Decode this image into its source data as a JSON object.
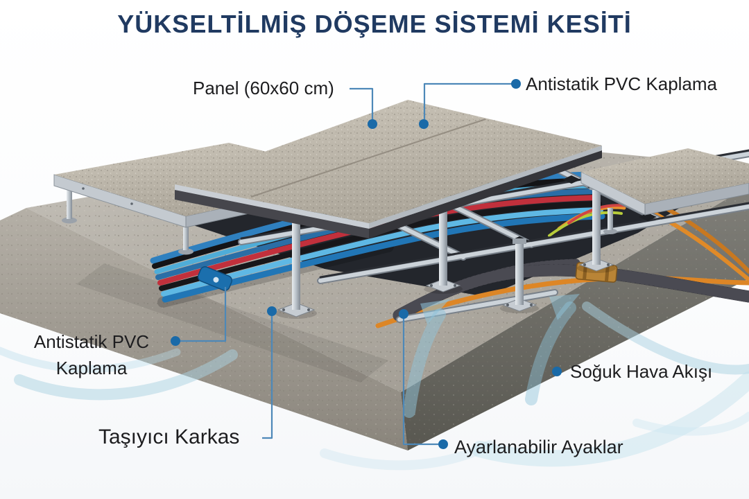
{
  "title": "YÜKSELTİLMİŞ DÖŞEME SİSTEMİ KESİTİ",
  "labels": {
    "panel": "Panel (60x60 cm)",
    "pvc_top": "Antistatik PVC Kaplama",
    "pvc_left_line1": "Antistatik PVC",
    "pvc_left_line2": "Kaplama",
    "cold_air": "Soğuk Hava Akışı",
    "frame": "Taşıyıcı Karkas",
    "adjustable_feet": "Ayarlanabilir Ayaklar"
  },
  "colors": {
    "title_text": "#203a61",
    "label_text": "#1d1d1f",
    "leader_line": "#4d88b8",
    "leader_dot": "#1a6aa8",
    "airflow_arrow": "#a9d2e2",
    "concrete": "#aaa59d",
    "panel_surface": "#bfb9ae",
    "metal_frame": "#c6ccd2",
    "underfloor_void": "#23262c",
    "cable_blue": "#2176b6",
    "cable_red": "#c1303c",
    "cable_orange": "#dd8626",
    "clamp_blue": "#1b6fad"
  }
}
